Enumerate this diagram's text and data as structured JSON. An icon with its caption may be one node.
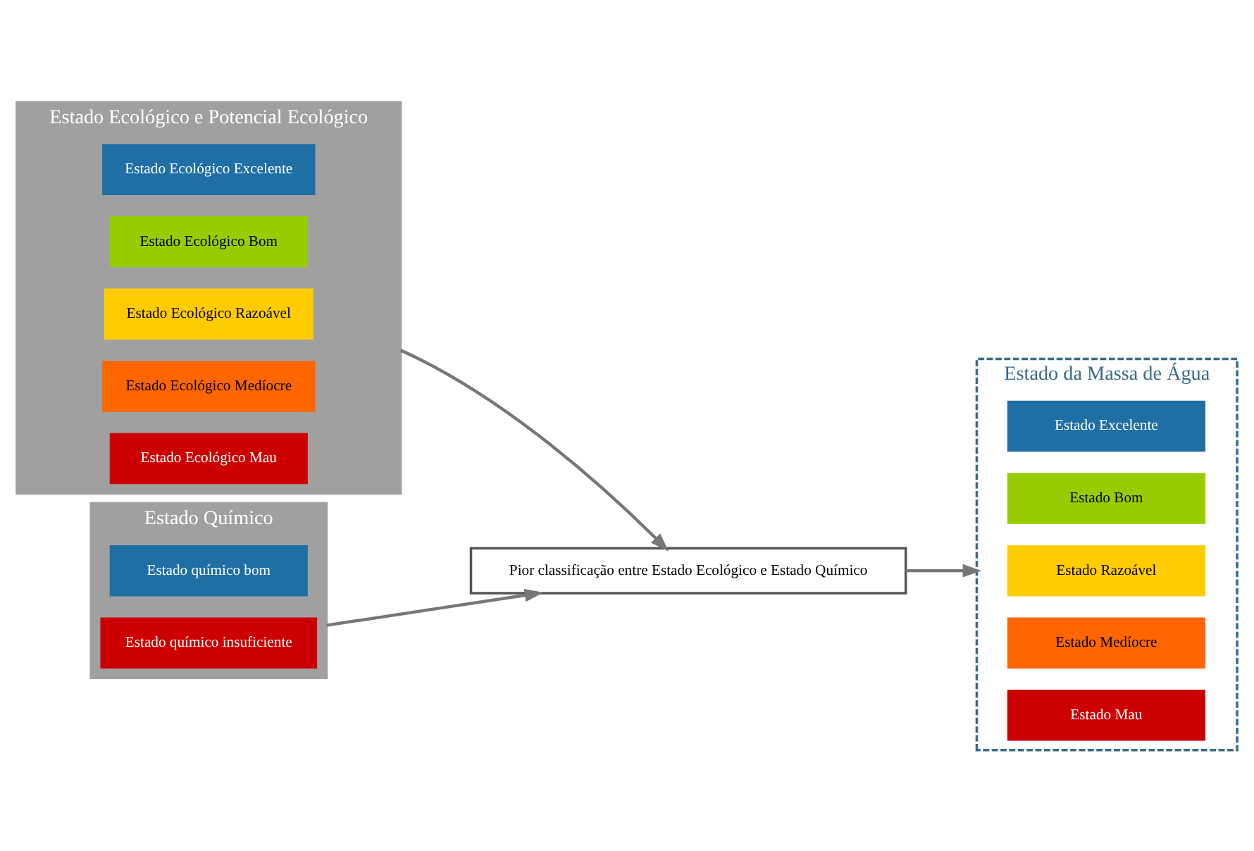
{
  "diagram": {
    "nodes": [
      {
        "text": [
          "Estado Ecológico e Potencial Ecológico"
        ]
      },
      {
        "text": [
          "Estado Ecológico Excelente"
        ],
        "in": 0
      },
      {
        "text": [
          "Estado Ecológico Bom"
        ],
        "in": 0
      },
      {
        "text": [
          "Estado Ecológico Razoável"
        ],
        "in": 0
      },
      {
        "text": [
          "Estado Ecológico Medíocre"
        ],
        "in": 0
      },
      {
        "text": [
          "Estado Ecológico Mau"
        ],
        "in": 0
      },
      {
        "text": [
          "Estado Químico"
        ]
      },
      {
        "text": [
          "Estado químico bom"
        ],
        "in": 6
      },
      {
        "text": [
          "Estado químico insuficiente"
        ],
        "in": 6
      },
      {
        "text": [
          "Pior classificação entre Estado Ecológico e Estado Químico"
        ]
      },
      {
        "text": [
          "Estado da Massa de Água"
        ]
      },
      {
        "text": [
          "Estado Excelente"
        ],
        "in": 10
      },
      {
        "text": [
          "Estado Bom"
        ],
        "in": 10
      },
      {
        "text": [
          "Estado Razoável"
        ],
        "in": 10
      },
      {
        "text": [
          "Estado Medíocre"
        ],
        "in": 10
      },
      {
        "text": [
          "Estado Mau"
        ],
        "in": 10
      }
    ],
    "edges": [
      {
        "from": 0,
        "to": 9,
        "arrow": "to"
      },
      {
        "from": 6,
        "to": 9,
        "arrow": "to"
      },
      {
        "from": 9,
        "to": 10,
        "arrow": "to"
      }
    ]
  }
}
